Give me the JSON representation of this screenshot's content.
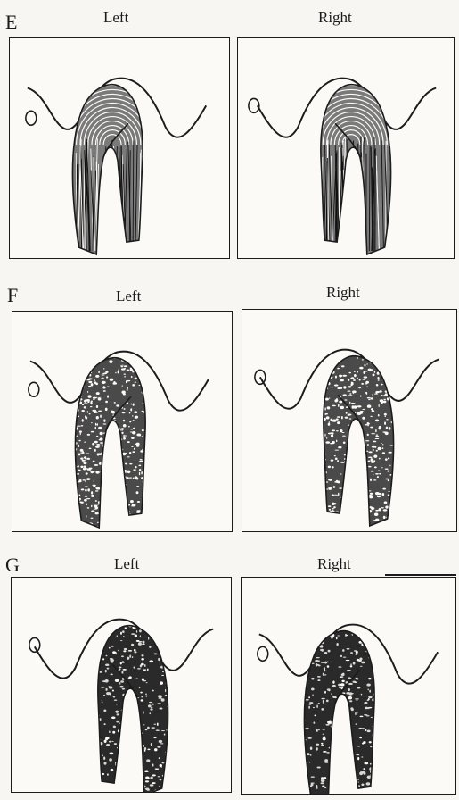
{
  "figure": {
    "rows": [
      {
        "letter": "E",
        "texture": "striated",
        "panels": [
          {
            "side": "left",
            "label": "Left"
          },
          {
            "side": "right",
            "label": "Right"
          }
        ]
      },
      {
        "letter": "F",
        "texture": "stippled",
        "panels": [
          {
            "side": "left",
            "label": "Left"
          },
          {
            "side": "right",
            "label": "Right"
          }
        ]
      },
      {
        "letter": "G",
        "texture": "dense",
        "panels": [
          {
            "side": "left",
            "label": "Left"
          },
          {
            "side": "right",
            "label": "Right"
          }
        ]
      }
    ],
    "colors": {
      "ink": "#1c1c1c",
      "paper": "#fbfaf7"
    }
  }
}
